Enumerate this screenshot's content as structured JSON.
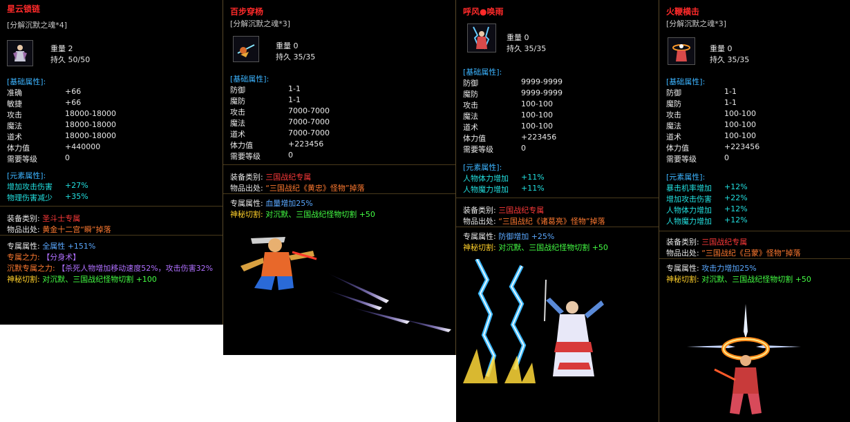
{
  "panels": [
    {
      "title": "星云锁链",
      "decompose": "[分解沉默之魂*4]",
      "weight_label": "重量",
      "weight": "2",
      "durability_label": "持久",
      "durability": "50/50",
      "base_header": "[基础属性]:",
      "base_stats": [
        {
          "k": "准确",
          "v": "+66"
        },
        {
          "k": "敏捷",
          "v": "+66"
        },
        {
          "k": "攻击",
          "v": "18000-18000"
        },
        {
          "k": "魔法",
          "v": "18000-18000"
        },
        {
          "k": "道术",
          "v": "18000-18000"
        },
        {
          "k": "体力值",
          "v": "+440000"
        },
        {
          "k": "需要等级",
          "v": "0"
        }
      ],
      "elem_header": "[元素属性]:",
      "elem_stats": [
        {
          "k": "增加攻击伤害",
          "v": "+27%"
        },
        {
          "k": "物理伤害减少",
          "v": "+35%"
        }
      ],
      "equip_type_label": "装备类别:",
      "equip_type": "圣斗士专属",
      "origin_label": "物品出处:",
      "origin": "黄金十二宫“瞬”掉落",
      "exclusive_label": "专属属性:",
      "exclusive": "全属性",
      "exclusive_val": "+151%",
      "special_label": "专属之力:",
      "special": "【分身术】",
      "silence_label": "沉默专属之力:",
      "silence": "【杀死人物增加移动速度52%，攻击伤害32%",
      "mystic_label": "神秘切割:",
      "mystic": "对沉默、三国战纪怪物切割",
      "mystic_val": "+100"
    },
    {
      "title": "百步穿杨",
      "decompose": "[分解沉默之魂*3]",
      "weight_label": "重量",
      "weight": "0",
      "durability_label": "持久",
      "durability": "35/35",
      "base_header": "[基础属性]:",
      "base_stats": [
        {
          "k": "防御",
          "v": "1-1"
        },
        {
          "k": "魔防",
          "v": "1-1"
        },
        {
          "k": "攻击",
          "v": "7000-7000"
        },
        {
          "k": "魔法",
          "v": "7000-7000"
        },
        {
          "k": "道术",
          "v": "7000-7000"
        },
        {
          "k": "体力值",
          "v": "+223456"
        },
        {
          "k": "需要等级",
          "v": "0"
        }
      ],
      "equip_type_label": "装备类别:",
      "equip_type": "三国战纪专属",
      "origin_label": "物品出处:",
      "origin": "“三国战纪《黄忠》怪物”掉落",
      "exclusive_label": "专属属性:",
      "exclusive": "血量增加25%",
      "mystic_label": "神秘切割:",
      "mystic": "对沉默、三国战纪怪物切割",
      "mystic_val": "+50"
    },
    {
      "title": "呼风●唤雨",
      "weight_label": "重量",
      "weight": "0",
      "durability_label": "持久",
      "durability": "35/35",
      "base_header": "[基础属性]:",
      "base_stats": [
        {
          "k": "防御",
          "v": "9999-9999"
        },
        {
          "k": "魔防",
          "v": "9999-9999"
        },
        {
          "k": "攻击",
          "v": "100-100"
        },
        {
          "k": "魔法",
          "v": "100-100"
        },
        {
          "k": "道术",
          "v": "100-100"
        },
        {
          "k": "体力值",
          "v": "+223456"
        },
        {
          "k": "需要等级",
          "v": "0"
        }
      ],
      "elem_header": "[元素属性]:",
      "elem_stats": [
        {
          "k": "人物体力增加",
          "v": "+11%"
        },
        {
          "k": "人物魔力增加",
          "v": "+11%"
        }
      ],
      "equip_type_label": "装备类别:",
      "equip_type": "三国战纪专属",
      "origin_label": "物品出处:",
      "origin": "“三国战纪《诸葛亮》怪物”掉落",
      "exclusive_label": "专属属性:",
      "exclusive": "防御增加",
      "exclusive_val": "+25%",
      "mystic_label": "神秘切割:",
      "mystic": "对沉默、三国战纪怪物切割",
      "mystic_val": "+50"
    },
    {
      "title": "火鞭横击",
      "decompose": "[分解沉默之魂*3]",
      "weight_label": "重量",
      "weight": "0",
      "durability_label": "持久",
      "durability": "35/35",
      "base_header": "[基础属性]:",
      "base_stats": [
        {
          "k": "防御",
          "v": "1-1"
        },
        {
          "k": "魔防",
          "v": "1-1"
        },
        {
          "k": "攻击",
          "v": "100-100"
        },
        {
          "k": "魔法",
          "v": "100-100"
        },
        {
          "k": "道术",
          "v": "100-100"
        },
        {
          "k": "体力值",
          "v": "+223456"
        },
        {
          "k": "需要等级",
          "v": "0"
        }
      ],
      "elem_header": "[元素属性]:",
      "elem_stats": [
        {
          "k": "暴击机率增加",
          "v": "+12%"
        },
        {
          "k": "增加攻击伤害",
          "v": "+22%"
        },
        {
          "k": "人物体力增加",
          "v": "+12%"
        },
        {
          "k": "人物魔力增加",
          "v": "+12%"
        }
      ],
      "equip_type_label": "装备类别:",
      "equip_type": "三国战纪专属",
      "origin_label": "物品出处:",
      "origin": "“三国战纪《吕蒙》怪物”掉落",
      "exclusive_label": "专属属性:",
      "exclusive": "攻击力增加25%",
      "mystic_label": "神秘切割:",
      "mystic": "对沉默、三国战纪怪物切割",
      "mystic_val": "+50"
    }
  ]
}
